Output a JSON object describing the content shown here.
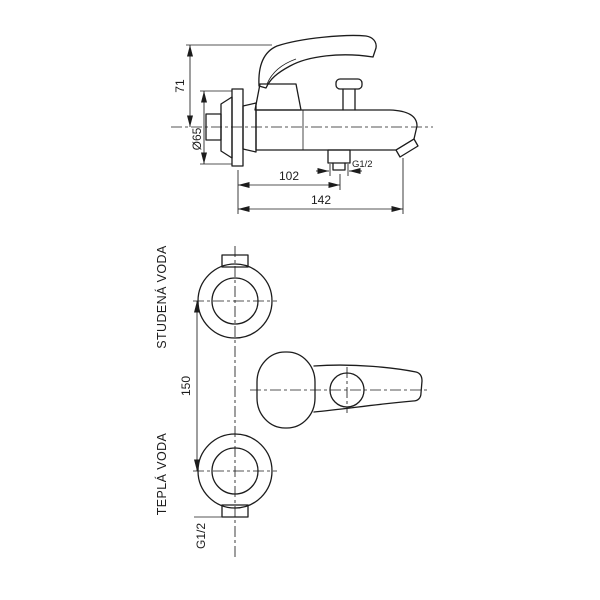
{
  "drawing": {
    "colors": {
      "background": "#ffffff",
      "line": "#1c1c1c"
    },
    "side_view": {
      "dim_height": "71",
      "dim_flange_diameter": "Ø65",
      "dim_shower_outlet_offset": "102",
      "dim_total_length": "142",
      "shower_outlet_thread": "G1/2"
    },
    "front_view": {
      "cold_water_label": "STUDENÁ VODA",
      "hot_water_label": "TEPLÁ VODA",
      "dim_connection_spacing": "150",
      "connection_thread": "G1/2"
    }
  }
}
